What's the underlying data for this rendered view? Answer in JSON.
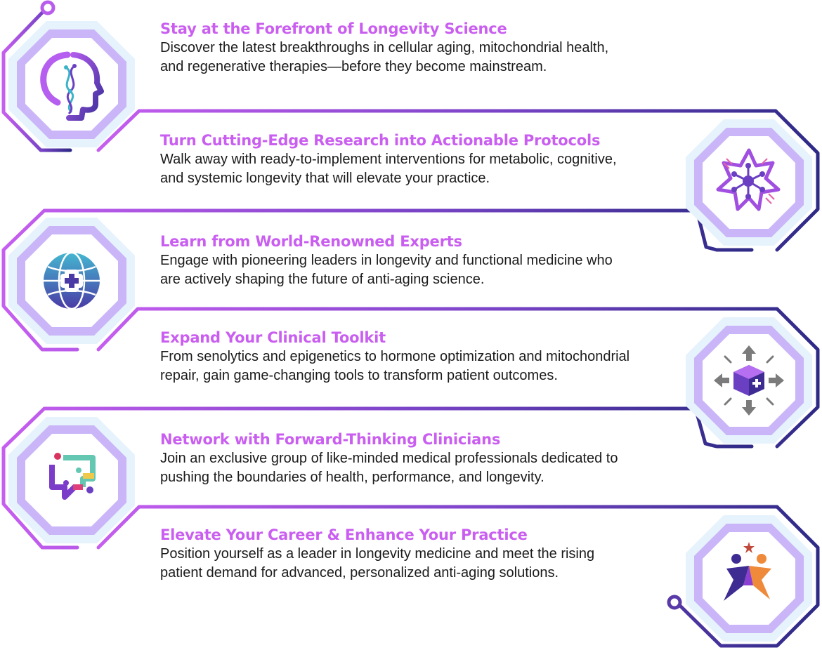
{
  "items": [
    {
      "title": "Stay at the Forefront of Longevity Science",
      "body_lines": [
        "Discover the latest breakthroughs in cellular aging, mitochondrial health,",
        "and regenerative therapies—before they become mainstream."
      ],
      "icon": "head-dna-icon"
    },
    {
      "title": "Turn Cutting-Edge Research into Actionable Protocols",
      "body_lines": [
        "Walk away with ready-to-implement interventions for metabolic, cognitive,",
        "and systemic longevity that will elevate your practice."
      ],
      "icon": "molecule-network-icon"
    },
    {
      "title": "Learn from World-Renowned Experts",
      "body_lines": [
        "Engage with pioneering leaders in longevity and functional medicine who",
        "are actively shaping the future of anti-aging science."
      ],
      "icon": "globe-medical-cross-icon"
    },
    {
      "title": "Expand Your Clinical Toolkit",
      "body_lines": [
        "From senolytics and epigenetics to hormone optimization and mitochondrial",
        "repair, gain game-changing tools to transform patient outcomes."
      ],
      "icon": "expanding-medical-box-icon"
    },
    {
      "title": "Network with Forward-Thinking Clinicians",
      "body_lines": [
        "Join an exclusive group of like-minded medical professionals dedicated to",
        "pushing the boundaries of health, performance, and longevity."
      ],
      "icon": "chat-bubbles-network-icon"
    },
    {
      "title": "Elevate Your Career & Enhance Your Practice",
      "body_lines": [
        "Position yourself as a leader in longevity medicine and meet the rising",
        "patient demand for advanced, personalized anti-aging solutions."
      ],
      "icon": "star-people-icon"
    }
  ],
  "colors": {
    "title": "#c95ef0",
    "body": "#1b1b1b",
    "line_start": "#c65ef0",
    "line_end": "#2e2a86",
    "octagon_outer": "#e3f1fb",
    "octagon_ring": "#b7a3f5",
    "octagon_inner": "#ffffff"
  }
}
